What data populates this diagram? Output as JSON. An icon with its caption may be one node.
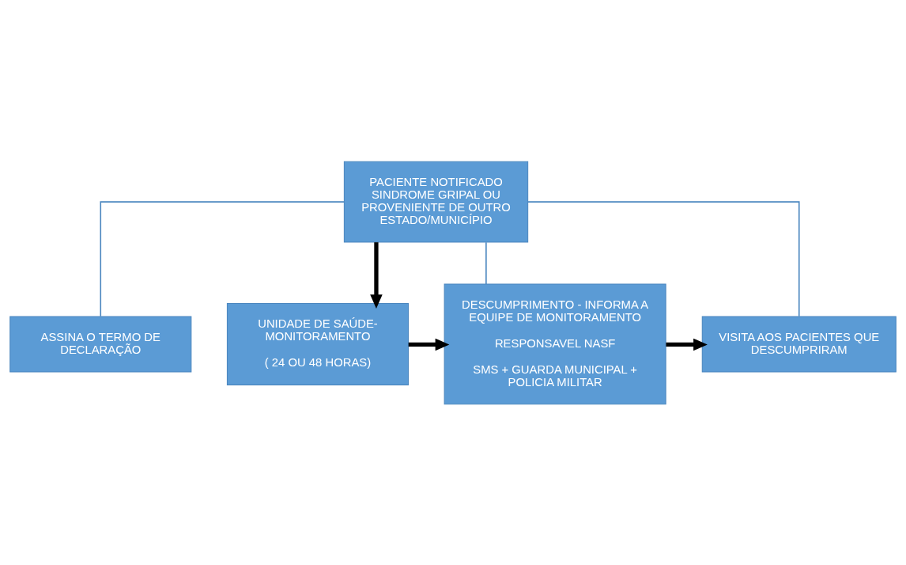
{
  "diagram": {
    "nodes": [
      {
        "text": [
          "PACIENTE NOTIFICADO SINDROME GRIPAL OU PROVENIENTE DE OUTRO ESTADO/MUNICÍPIO"
        ]
      },
      {
        "text": [
          "ASSINA O TERMO DE DECLARAÇÃO"
        ]
      },
      {
        "text": [
          "UNIDADE DE SAÚDE- MONITORAMENTO",
          "( 24 OU 48 HORAS)"
        ]
      },
      {
        "text": [
          "DESCUMPRIMENTO - INFORMA A EQUIPE DE MONITORAMENTO",
          "RESPONSAVEL NASF",
          "SMS + GUARDA MUNICIPAL + POLICIA MILITAR"
        ]
      },
      {
        "text": [
          "VISITA AOS PACIENTES QUE DESCUMPRIRAM"
        ]
      }
    ],
    "edges": [
      {
        "from": 0,
        "to": 1,
        "arrow": "none"
      },
      {
        "from": 0,
        "to": 2,
        "arrow": "to",
        "style": "thick",
        "color": "#000000"
      },
      {
        "from": 0,
        "to": 3,
        "arrow": "none"
      },
      {
        "from": 0,
        "to": 4,
        "arrow": "none"
      },
      {
        "from": 2,
        "to": 3,
        "arrow": "to",
        "style": "thick",
        "color": "#000000"
      },
      {
        "from": 3,
        "to": 4,
        "arrow": "to",
        "style": "thick",
        "color": "#000000"
      }
    ]
  }
}
